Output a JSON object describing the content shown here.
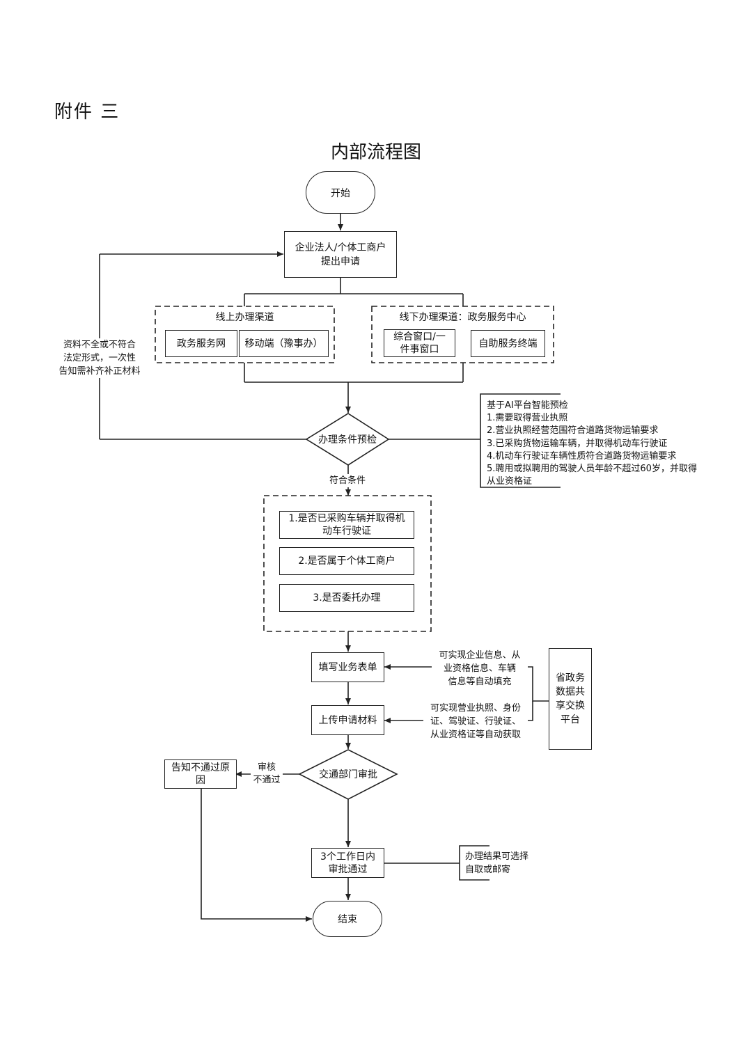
{
  "header": {
    "attachment": "附件 三",
    "title": "内部流程图"
  },
  "nodes": {
    "start": "开始",
    "apply_line1": "企业法人/个体工商户",
    "apply_line2": "提出申请",
    "online_channel": "线上办理渠道",
    "gov_service_web": "政务服务网",
    "mobile_app": "移动端（豫事办）",
    "offline_channel": "线下办理渠道：政务服务中心",
    "window_line1": "综合窗口/一",
    "window_line2": "件事窗口",
    "self_service": "自助服务终端",
    "precheck": "办理条件预检",
    "condition_met": "符合条件",
    "check1_line1": "1.是否已采购车辆并取得机",
    "check1_line2": "动车行驶证",
    "check2": "2.是否属于个体工商户",
    "check3": "3.是否委托办理",
    "fill_form": "填写业务表单",
    "upload": "上传申请材料",
    "approval": "交通部门审批",
    "reject_label_line1": "审核",
    "reject_label_line2": "不通过",
    "notify_line1": "告知不通过原",
    "notify_line2": "因",
    "approved_line1": "3个工作日内",
    "approved_line2": "审批通过",
    "end": "结束"
  },
  "side_notes": {
    "incomplete_line1": "资料不全或不符合",
    "incomplete_line2": "法定形式，一次性",
    "incomplete_line3": "告知需补齐补正材料",
    "ai_precheck": [
      "基于AI平台智能预检",
      "1.需要取得营业执照",
      "2.营业执照经营范围符合道路货物运输要求",
      "3.已采购货物运输车辆，并取得机动车行驶证",
      "4.机动车行驶证车辆性质符合道路货物运输要求",
      "5.聘用或拟聘用的驾驶人员年龄不超过60岁，并取得",
      "从业资格证"
    ],
    "autofill_line1": "可实现企业信息、从",
    "autofill_line2": "业资格信息、车辆",
    "autofill_line3": "信息等自动填充",
    "autofetch_line1": "可实现营业执照、身份",
    "autofetch_line2": "证、驾驶证、行驶证、",
    "autofetch_line3": "从业资格证等自动获取",
    "platform_line1": "省政务",
    "platform_line2": "数据共",
    "platform_line3": "享交换",
    "platform_line4": "平台",
    "result_line1": "办理结果可选择",
    "result_line2": "自取或邮寄"
  }
}
